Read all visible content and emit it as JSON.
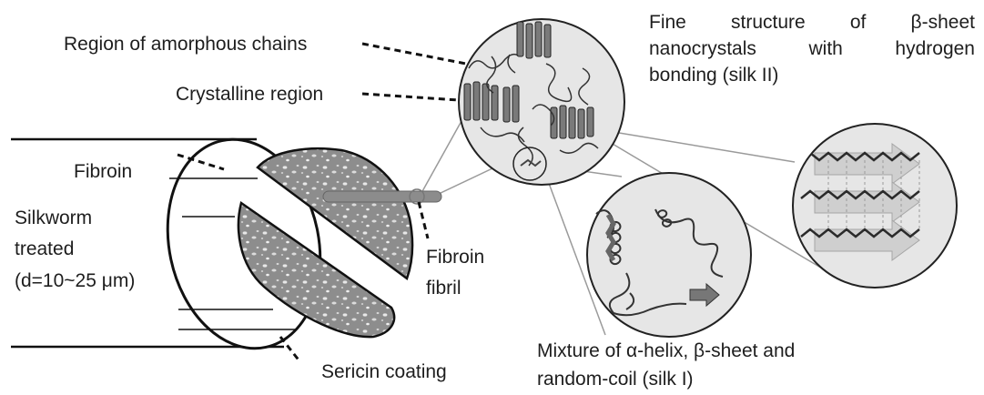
{
  "labels": {
    "amorphous": "Region of amorphous chains",
    "crystalline": "Crystalline region",
    "fibroin": "Fibroin",
    "silkworm": [
      "Silkworm",
      "treated",
      "(d=10~25 μm)"
    ],
    "fibroin_fibril": [
      "Fibroin",
      "fibril"
    ],
    "sericin": "Sericin coating",
    "fine_structure": [
      "Fine structure of β-sheet",
      "nanocrystals with hydrogen",
      "bonding (silk II)"
    ],
    "mixture": [
      "Mixture of α-helix, β-sheet and",
      "random-coil (silk I)"
    ]
  },
  "colors": {
    "line": "#111111",
    "fiber_texture": "#8a8a8a",
    "zoom_fill": "#e6e6e6",
    "connector": "#9a9a9a",
    "fibril_rod": "#8c8c8c"
  }
}
